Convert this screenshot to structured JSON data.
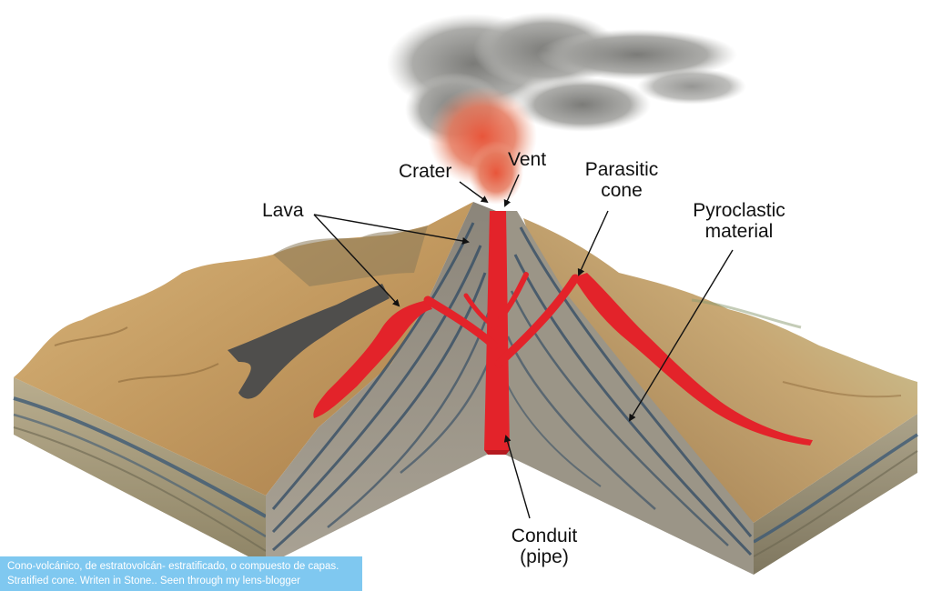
{
  "labels": {
    "crater": "Crater",
    "vent": "Vent",
    "parasitic_cone_line1": "Parasitic",
    "parasitic_cone_line2": "cone",
    "lava": "Lava",
    "pyroclastic_line1": "Pyroclastic",
    "pyroclastic_line2": "material",
    "conduit_line1": "Conduit",
    "conduit_line2": "(pipe)"
  },
  "caption": {
    "line1": "Cono-volcánico, de estratovolcán- estratificado, o compuesto de capas.",
    "line2": "Stratified cone. Writen in Stone.. Seen through my lens-blogger"
  },
  "colors": {
    "lava": "#e3232a",
    "terrain": "#c9a56f",
    "cone_layers": "#8f8c86",
    "ash": "#8e8e8a",
    "caption_bg": "#7fc8f0"
  }
}
